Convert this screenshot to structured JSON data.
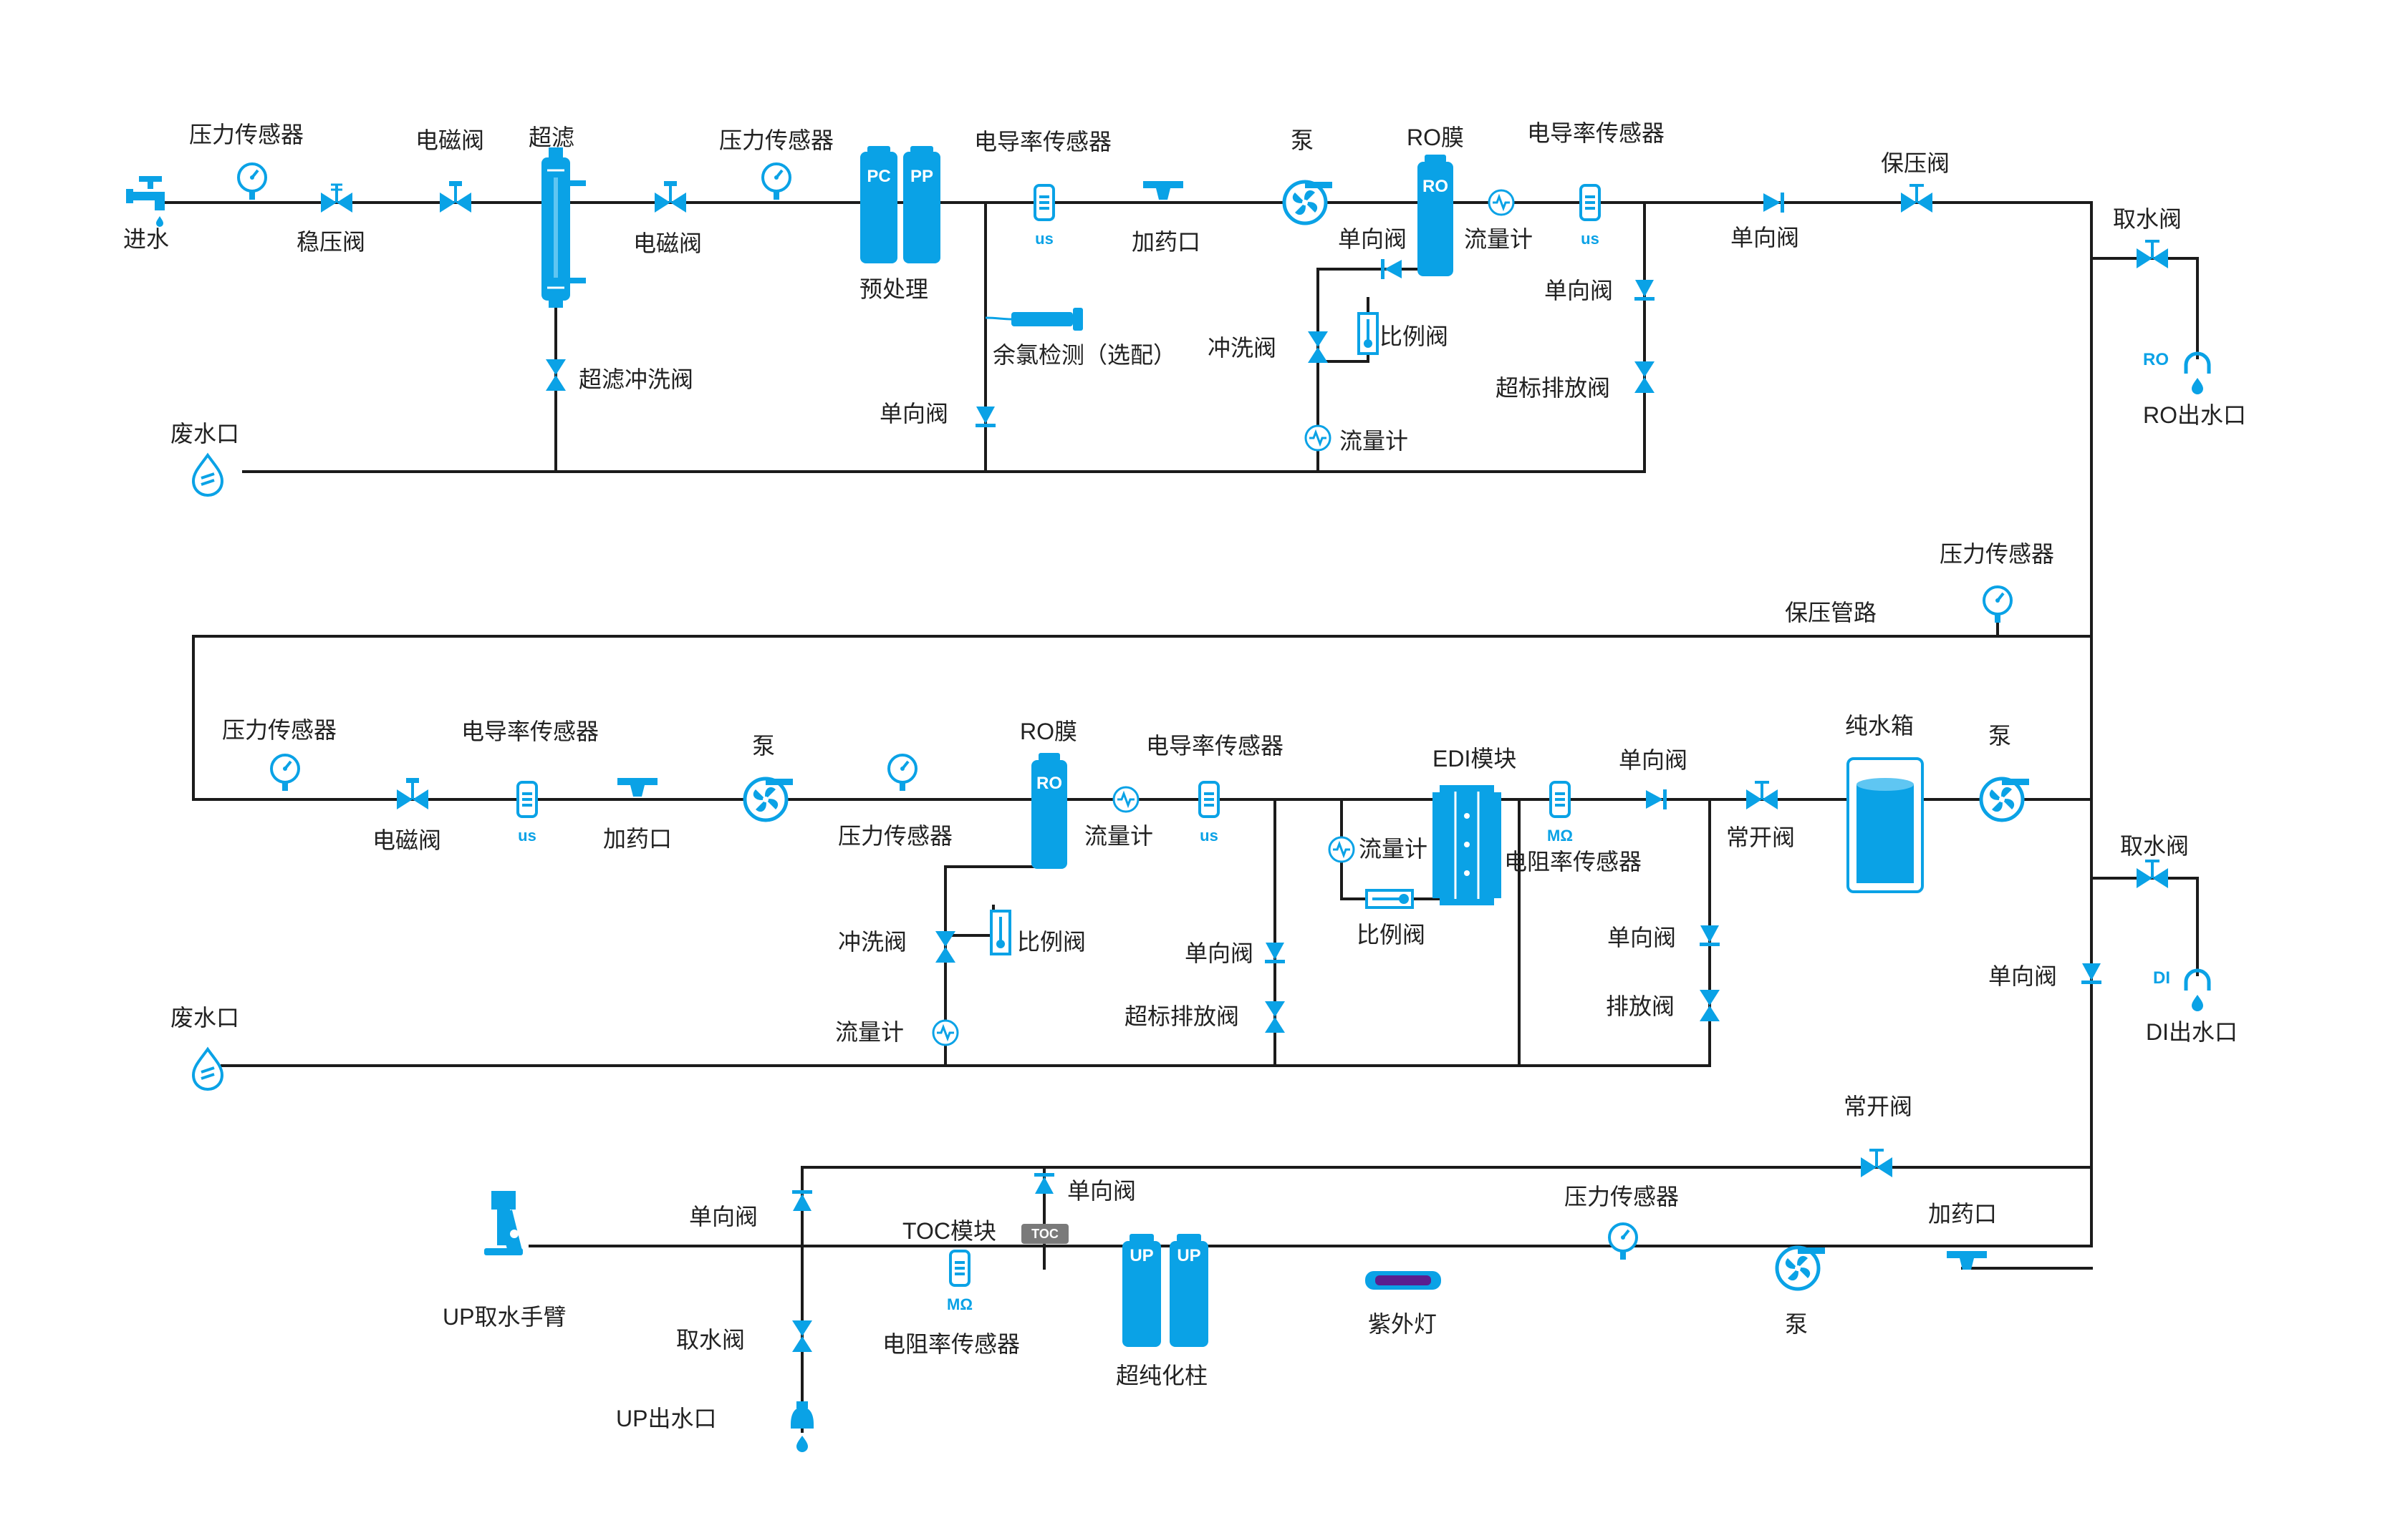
{
  "colors": {
    "accent": "#0aa2e6",
    "pipe": "#1b1b1b",
    "label": "#222222",
    "toc_box": "#7a7a7a"
  },
  "labels": {
    "r1_pressure_sensor_a": "压力传感器",
    "r1_solenoid_a": "电磁阀",
    "r1_uf": "超滤",
    "r1_pressure_sensor_b": "压力传感器",
    "r1_conductivity_a": "电导率传感器",
    "r1_pump": "泵",
    "r1_ro_membrane": "RO膜",
    "r1_conductivity_b": "电导率传感器",
    "r1_pressure_hold_valve": "保压阀",
    "r1_water_inlet": "进水",
    "r1_pressure_regulator": "稳压阀",
    "r1_solenoid_b": "电磁阀",
    "r1_pretreatment": "预处理",
    "r1_dosing_port": "加药口",
    "r1_check_valve_ro": "单向阀",
    "r1_flowmeter_a": "流量计",
    "r1_check_valve_c": "单向阀",
    "r1_check_valve_d": "单向阀",
    "r1_uf_flush_valve": "超滤冲洗阀",
    "r1_chlorine": "余氯检测（选配）",
    "r1_flush_valve": "冲洗阀",
    "r1_ratio_valve": "比例阀",
    "r1_overlimit_valve": "超标排放阀",
    "r1_check_valve_b": "单向阀",
    "r1_flowmeter_b": "流量计",
    "r1_drain": "废水口",
    "r1_tap_valve": "取水阀",
    "r1_ro_outlet": "RO出水口",
    "mid_pressure_sensor": "压力传感器",
    "mid_holding_line": "保压管路",
    "r2_pressure_sensor_a": "压力传感器",
    "r2_conductivity_a": "电导率传感器",
    "r2_pump_a": "泵",
    "r2_ro_membrane": "RO膜",
    "r2_conductivity_b": "电导率传感器",
    "r2_edi": "EDI模块",
    "r2_check_valve_a": "单向阀",
    "r2_pure_tank": "纯水箱",
    "r2_pump_b": "泵",
    "r2_solenoid": "电磁阀",
    "r2_dosing_port": "加药口",
    "r2_pressure_sensor_b": "压力传感器",
    "r2_flowmeter_a": "流量计",
    "r2_flowmeter_edi": "流量计",
    "r2_resistivity": "电阻率传感器",
    "r2_normally_open_a": "常开阀",
    "r2_tap_valve": "取水阀",
    "r2_ratio_valve_edi": "比例阀",
    "r2_flush_valve": "冲洗阀",
    "r2_ratio_valve": "比例阀",
    "r2_check_valve_b": "单向阀",
    "r2_check_valve_c": "单向阀",
    "r2_check_valve_d": "单向阀",
    "r2_overlimit_valve": "超标排放阀",
    "r2_drain_valve": "排放阀",
    "r2_drain": "废水口",
    "r2_flowmeter_b": "流量计",
    "r2_di_outlet": "DI出水口",
    "r3_normally_open": "常开阀",
    "r3_check_valve_a": "单向阀",
    "r3_check_valve_b": "单向阀",
    "r3_pressure_sensor": "压力传感器",
    "r3_dosing_port": "加药口",
    "r3_toc": "TOC模块",
    "r3_up_arm": "UP取水手臂",
    "r3_resistivity": "电阻率传感器",
    "r3_ultrapure_column": "超纯化柱",
    "r3_uv_lamp": "紫外灯",
    "r3_pump": "泵",
    "r3_tap_valve": "取水阀",
    "r3_up_outlet": "UP出水口"
  },
  "tags": {
    "pc": "PC",
    "pp": "PP",
    "ro": "RO",
    "us": "us",
    "mohm": "MΩ",
    "toc": "TOC",
    "up": "UP",
    "di": "DI"
  },
  "icons": [
    "faucet-icon",
    "pressure-gauge-icon",
    "pressure-regulator-valve-icon",
    "solenoid-valve-icon",
    "ultrafiltration-column-icon",
    "prefilter-cartridge-icon",
    "conductivity-sensor-icon",
    "dosing-port-icon",
    "pump-icon",
    "ro-membrane-icon",
    "flowmeter-icon",
    "check-valve-icon",
    "chlorine-probe-icon",
    "ratio-valve-icon",
    "drain-drop-icon",
    "outlet-nozzle-icon",
    "edi-module-icon",
    "water-tank-icon",
    "resistivity-sensor-icon",
    "toc-module-icon",
    "uv-lamp-icon",
    "dispense-arm-icon"
  ]
}
